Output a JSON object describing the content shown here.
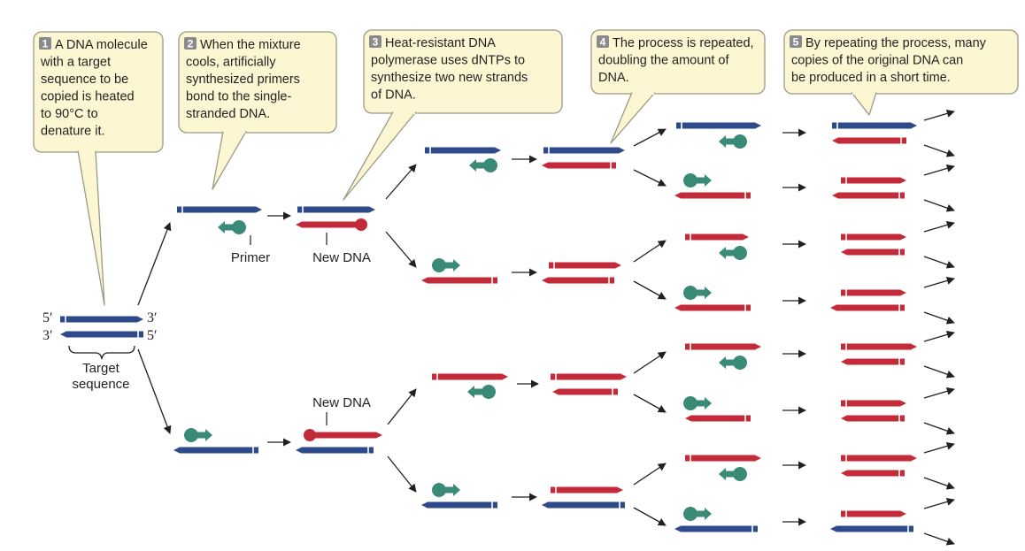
{
  "colors": {
    "template_strand": "#2e4a8a",
    "new_strand": "#c42b3a",
    "primer": "#3a8a78",
    "callout_fill": "#fcf6d2",
    "callout_stroke": "#9a9a86",
    "badge": "#8a8a8a",
    "arrow": "#231f20"
  },
  "steps": [
    {
      "number": "1",
      "lines": [
        "A DNA molecule",
        "with a target",
        "sequence to be",
        "copied is heated",
        "to 90°C to",
        "denature it."
      ]
    },
    {
      "number": "2",
      "lines": [
        "When the mixture",
        "cools, artificially",
        "synthesized primers",
        "bond to the single-",
        "stranded DNA."
      ]
    },
    {
      "number": "3",
      "lines": [
        "Heat-resistant DNA",
        "polymerase uses dNTPs to",
        "synthesize two new strands",
        "of DNA."
      ]
    },
    {
      "number": "4",
      "lines": [
        "The process is repeated,",
        "doubling the amount of",
        "DNA."
      ]
    },
    {
      "number": "5",
      "lines": [
        "By repeating the process, many",
        "copies of the original DNA can",
        "be produced in a short time."
      ]
    }
  ],
  "labels": {
    "five_prime_top": "5′",
    "three_prime_top": "3′",
    "three_prime_bottom": "3′",
    "five_prime_bottom": "5′",
    "target_line1": "Target",
    "target_line2": "sequence",
    "primer": "Primer",
    "new_dna_top": "New DNA",
    "new_dna_bottom": "New DNA"
  }
}
